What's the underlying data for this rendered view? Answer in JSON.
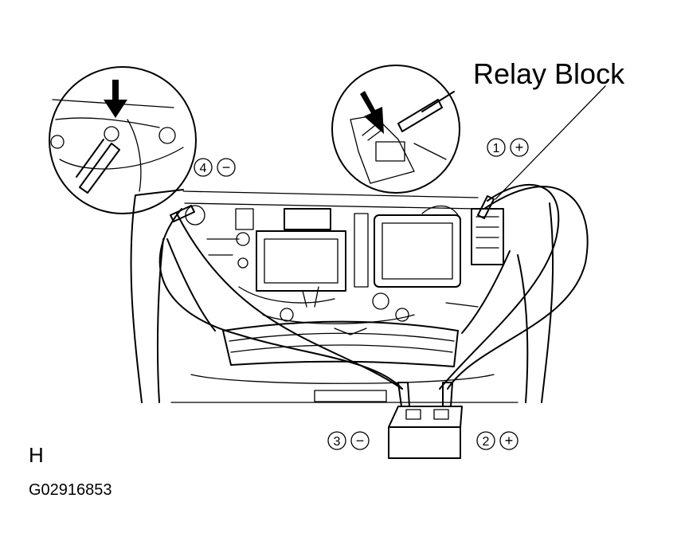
{
  "title_label": "Relay Block",
  "markers": [
    {
      "number": "1",
      "sign": "+"
    },
    {
      "number": "2",
      "sign": "+"
    },
    {
      "number": "3",
      "sign": "−"
    },
    {
      "number": "4",
      "sign": "−"
    }
  ],
  "corner_letter": "H",
  "figure_code": "G02916853"
}
